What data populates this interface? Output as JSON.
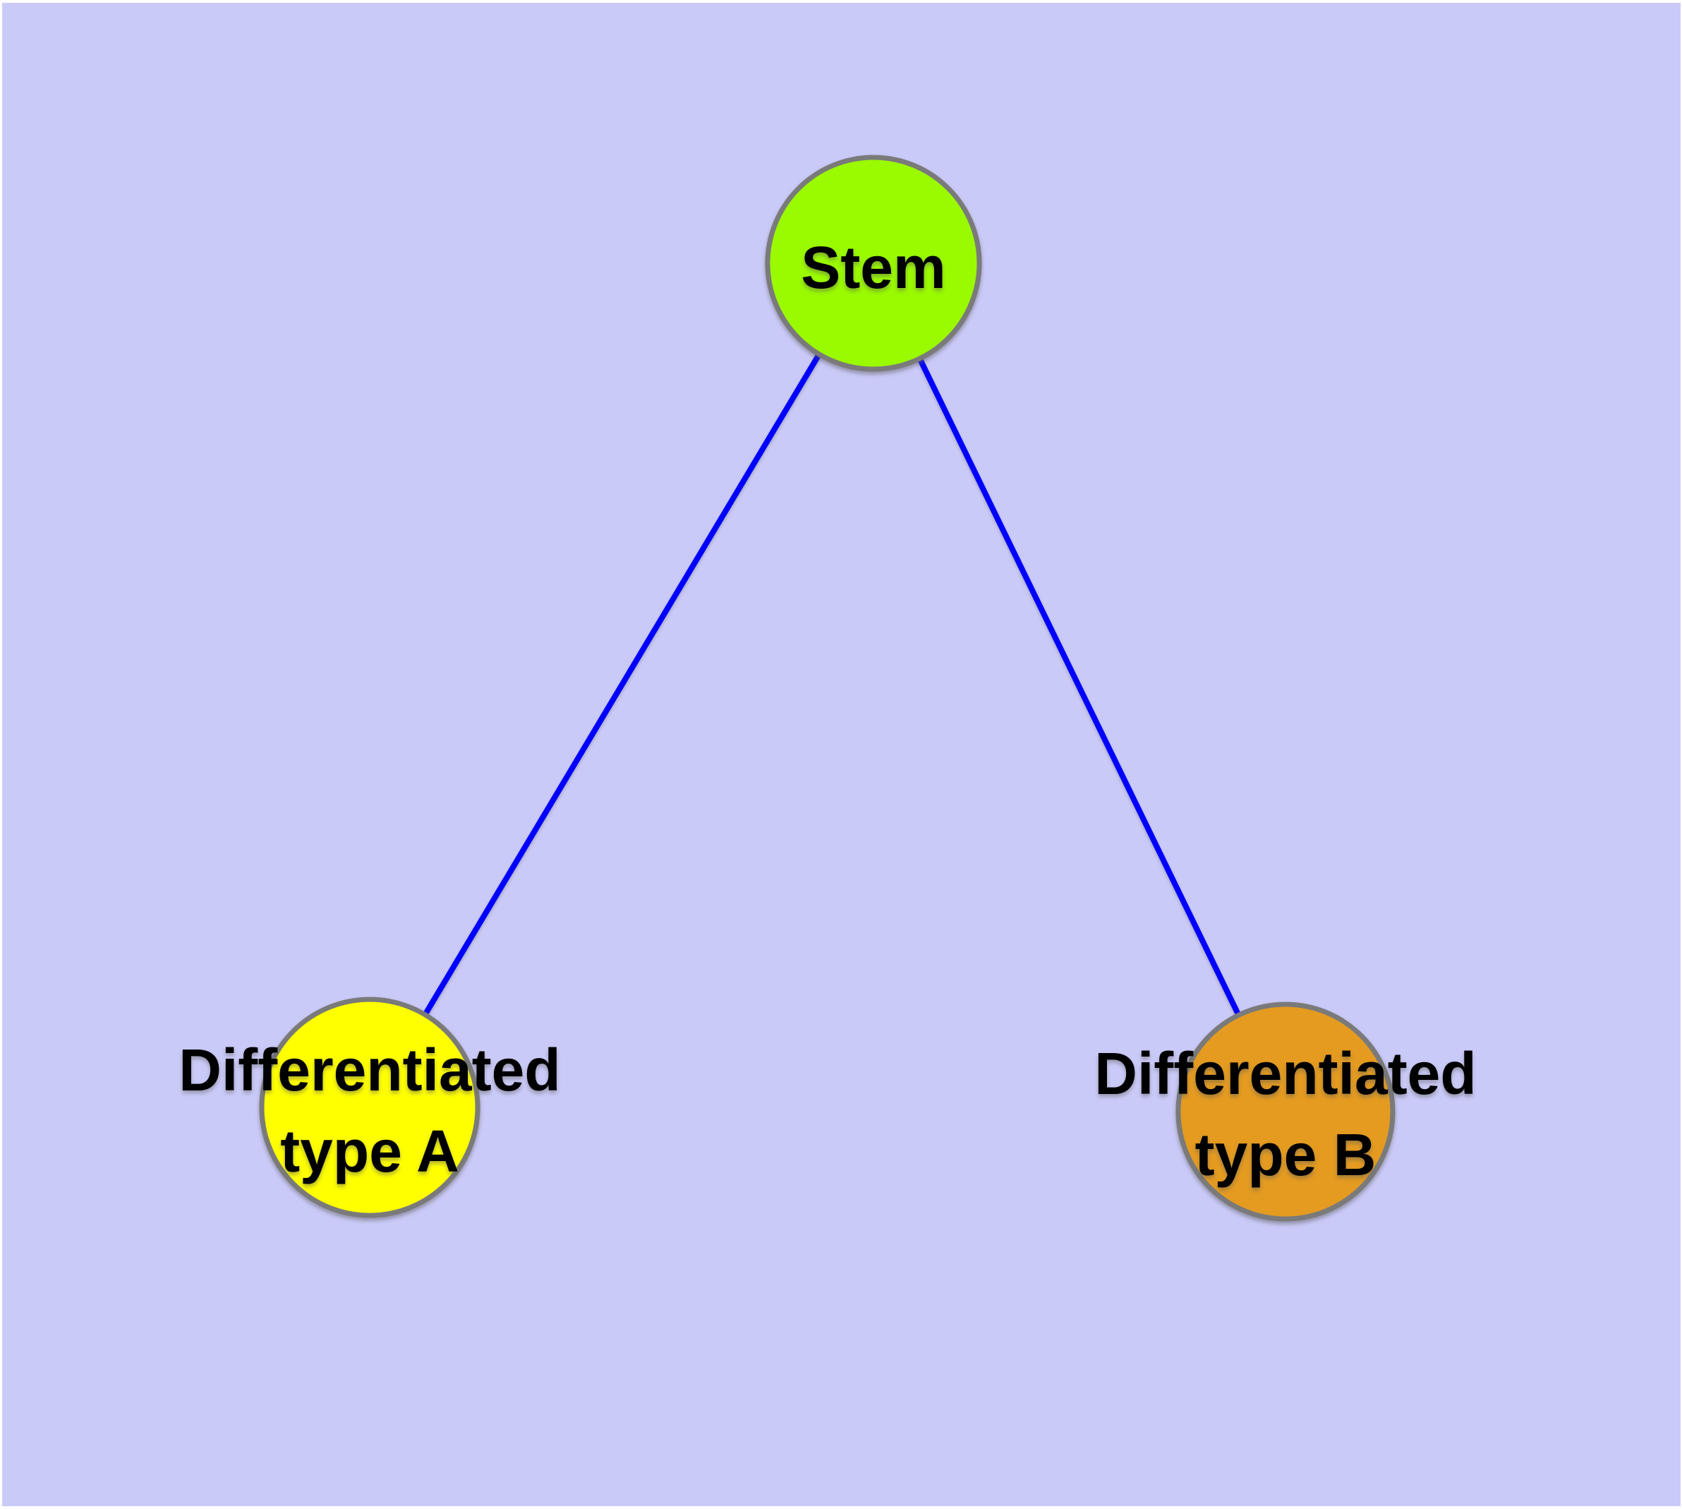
{
  "figure": {
    "page_background_color": "#ffffff",
    "canvas_background_color": "#cacaf8"
  },
  "graph": {
    "edge_color": "#0000ff",
    "node_border_color": "#7a7a7a",
    "label_color": "#000000",
    "nodes": [
      {
        "id": "stem",
        "label": "Stem",
        "color": "#9afa00"
      },
      {
        "id": "differentiated-type-a",
        "label_line1": "Differentiated",
        "label_line2": "type A",
        "color": "#ffff00"
      },
      {
        "id": "differentiated-type-b",
        "label_line1": "Differentiated",
        "label_line2": "type B",
        "color": "#e49b20"
      }
    ],
    "edges": [
      {
        "from": "Stem",
        "to": "Differentiated type A"
      },
      {
        "from": "Stem",
        "to": "Differentiated type B"
      }
    ]
  }
}
